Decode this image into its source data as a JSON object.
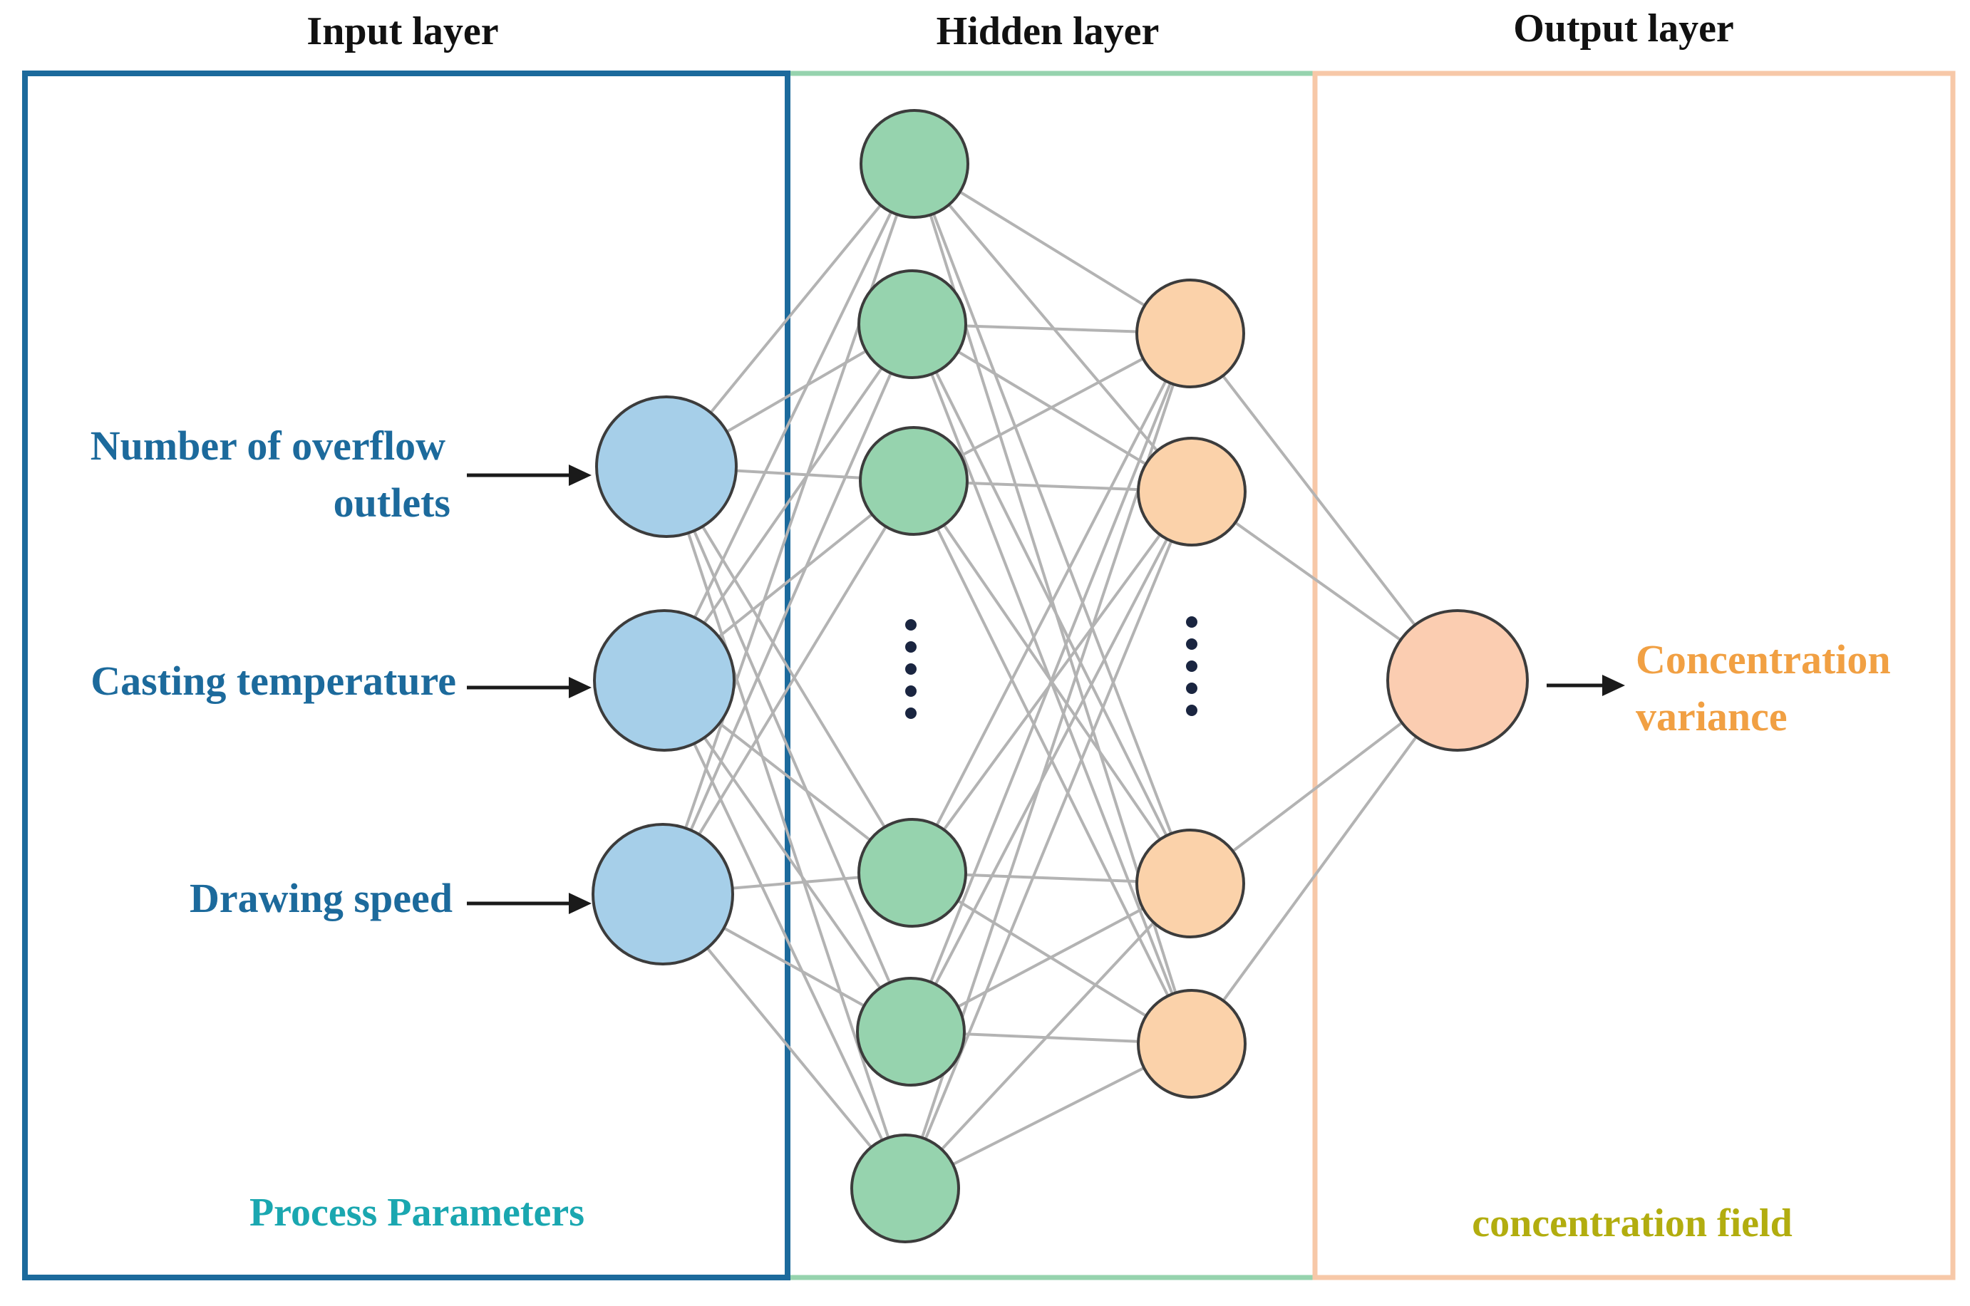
{
  "titles": {
    "input_layer": "Input layer",
    "hidden_layer": "Hidden layer",
    "output_layer": "Output layer"
  },
  "inputs": [
    {
      "line1": "Number of overflow",
      "line2": "outlets"
    },
    {
      "line1": "Casting temperature"
    },
    {
      "line1": "Drawing speed"
    }
  ],
  "output": {
    "line1": "Concentration",
    "line2": "variance"
  },
  "regions": {
    "input_caption": "Process Parameters",
    "output_caption": "concentration field"
  },
  "colors": {
    "input_box": "#1c6a9c",
    "hidden_box": "#96d3ae",
    "output_box": "#f7c8a8",
    "input_node": "#a6cfe9",
    "hidden1_node": "#96d3ae",
    "hidden2_node": "#fbd2aa",
    "output_node": "#fbcdb1",
    "input_text": "#1c6a9c",
    "output_text": "#f1a043",
    "process_caption": "#1aa7b0",
    "field_caption": "#b2ad0f",
    "edge": "#b3b3b3",
    "ellipsis_dot": "#1a2540"
  },
  "network": {
    "input_nodes": 3,
    "hidden1_nodes_shown": 6,
    "hidden2_nodes_shown": 4,
    "output_nodes": 1
  }
}
